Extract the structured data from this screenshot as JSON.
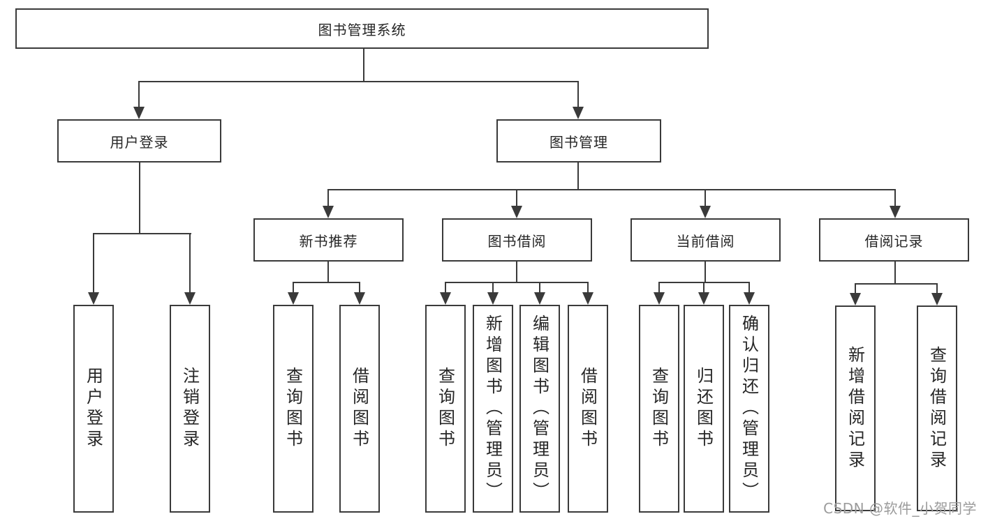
{
  "tree": {
    "root": {
      "label": "图书管理系统"
    },
    "branches": [
      {
        "label": "用户登录",
        "children": [
          {
            "label": "用户登录"
          },
          {
            "label": "注销登录"
          }
        ]
      },
      {
        "label": "图书管理",
        "children": [
          {
            "label": "新书推荐",
            "children": [
              {
                "label": "查询图书"
              },
              {
                "label": "借阅图书"
              }
            ]
          },
          {
            "label": "图书借阅",
            "children": [
              {
                "label": "查询图书"
              },
              {
                "label": "新增图书（管理员）"
              },
              {
                "label": "编辑图书（管理员）"
              },
              {
                "label": "借阅图书"
              }
            ]
          },
          {
            "label": "当前借阅",
            "children": [
              {
                "label": "查询图书"
              },
              {
                "label": "归还图书"
              },
              {
                "label": "确认归还（管理员）"
              }
            ]
          },
          {
            "label": "借阅记录",
            "children": [
              {
                "label": "新增借阅记录"
              },
              {
                "label": "查询借阅记录"
              }
            ]
          }
        ]
      }
    ]
  },
  "watermark": {
    "text": "CSDN @软件_小贺同学"
  },
  "colors": {
    "line": "#3a3a3a",
    "box_fill": "#ffffff",
    "text": "#262626",
    "watermark": "#9b9b9b",
    "background": "#ffffff"
  }
}
